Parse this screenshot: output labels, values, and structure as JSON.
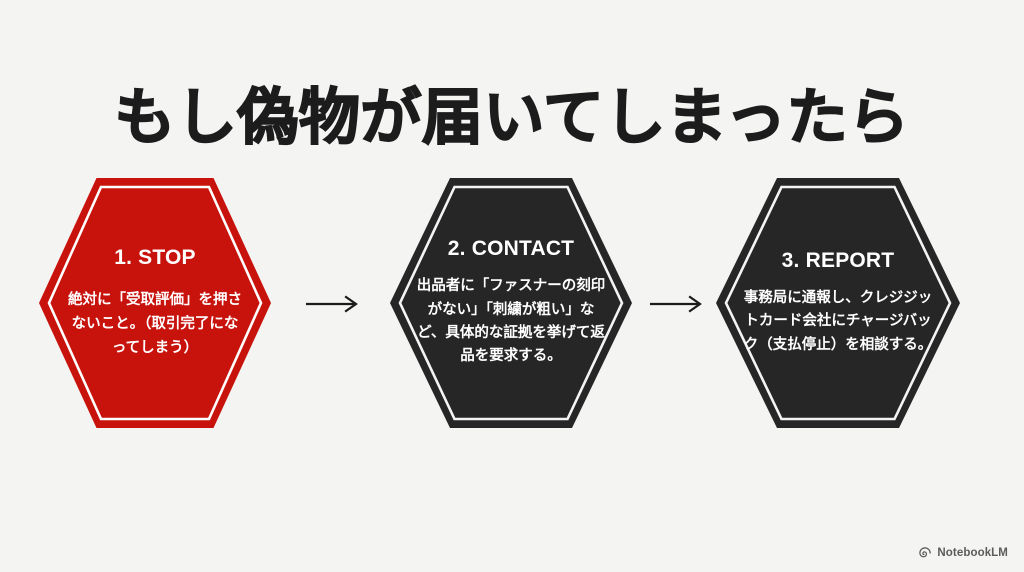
{
  "slide": {
    "title": "もし偽物が届いてしまったら",
    "background_color": "#f4f4f3",
    "title_color": "#1c1c1c"
  },
  "flow": {
    "arrow_1_label": "→",
    "arrow_2_label": "→",
    "steps": [
      {
        "heading": "1. STOP",
        "body": "絶対に「受取評価」を押さないこと。（取引完了になってしまう）",
        "fill_color": "#c8120c",
        "outline_color": "#ffffff",
        "text_color": "#ffffff"
      },
      {
        "heading": "2. CONTACT",
        "body": "出品者に「ファスナーの刻印がない」「刺繍が粗い」など、具体的な証拠を挙げて返品を要求する。",
        "fill_color": "#262626",
        "outline_color": "#f4f4f3",
        "text_color": "#ffffff"
      },
      {
        "heading": "3. REPORT",
        "body": "事務局に通報し、クレジジットカード会社にチャージバック（支払停止）を相談する。",
        "fill_color": "#262626",
        "outline_color": "#f4f4f3",
        "text_color": "#ffffff"
      }
    ]
  },
  "watermark": {
    "label": "NotebookLM",
    "icon": "notebooklm-spiral-icon",
    "color": "#3a3a3a"
  }
}
